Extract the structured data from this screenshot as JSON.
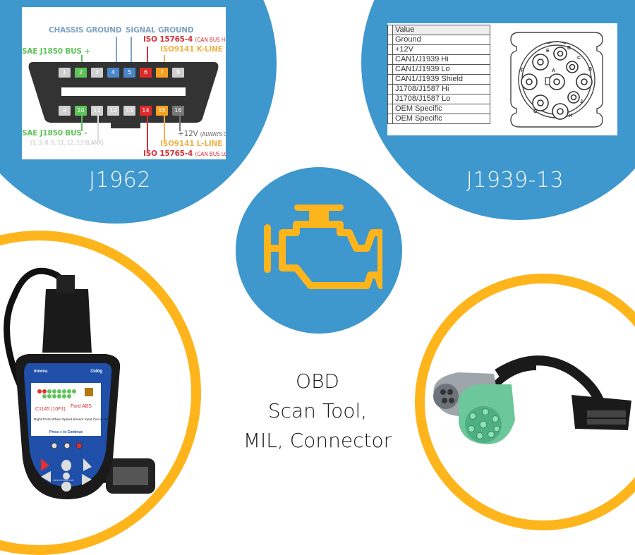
{
  "colors": {
    "accent_blue": "#3e97cd",
    "accent_orange": "#fdb51b",
    "mil_icon": "#fdb51b"
  },
  "top_left": {
    "caption": "J1962",
    "diagram": {
      "labels": {
        "chassis_ground": "CHASSIS GROUND",
        "signal_ground": "SIGNAL GROUND",
        "iso15765_high": "ISO 15765-4",
        "iso15765_high_note": "(CAN BUS HIGH)",
        "iso9141_k": "ISO9141 K-LINE",
        "sae_bus_plus": "SAE J1850 BUS +",
        "sae_bus_minus": "SAE J1850 BUS -",
        "blank_note": "(1, 3, 8, 9, 11, 12, 13 BLANK)",
        "plus12v": "+12V",
        "plus12v_note": "(ALWAYS ON)",
        "iso9141_l": "ISO9141 L-LINE",
        "iso15765_low": "ISO 15765-4",
        "iso15765_low_note": "(CAN BUS LOW)"
      },
      "top_pins": [
        "1",
        "2",
        "3",
        "4",
        "5",
        "6",
        "7",
        "8"
      ],
      "bottom_pins": [
        "9",
        "10",
        "11",
        "12",
        "13",
        "14",
        "15",
        "16"
      ]
    }
  },
  "top_right": {
    "caption": "J1939-13",
    "table": {
      "header": "Value",
      "rows": [
        "Ground",
        "+12V",
        "CAN1/J1939 Hi",
        "CAN1/J1939 Lo",
        "CAN1/J1939 Shield",
        "J1708/J1587 Hi",
        "J1708/J1587 Lo",
        "OEM Specific",
        "OEM Specific"
      ]
    },
    "connector_pins": [
      "A",
      "B",
      "C",
      "D",
      "E",
      "F",
      "G",
      "H",
      "J"
    ]
  },
  "center": {
    "icon": "check-engine-icon"
  },
  "bottom_left": {
    "device": {
      "brand": "innova",
      "model": "3140g",
      "screen_code": "C1145 (10F1)",
      "screen_make": "Ford ABS",
      "screen_desc": "Right Front Wheel Speed Sensor Input Circuit Failure",
      "screen_prompt": "Press ● to Continue",
      "website": "www.innova.com"
    }
  },
  "bottom_right": {
    "image": "obd-y-cable"
  },
  "headline": {
    "line1": "OBD",
    "line2": "Scan Tool,",
    "line3": "MIL, Connector"
  }
}
